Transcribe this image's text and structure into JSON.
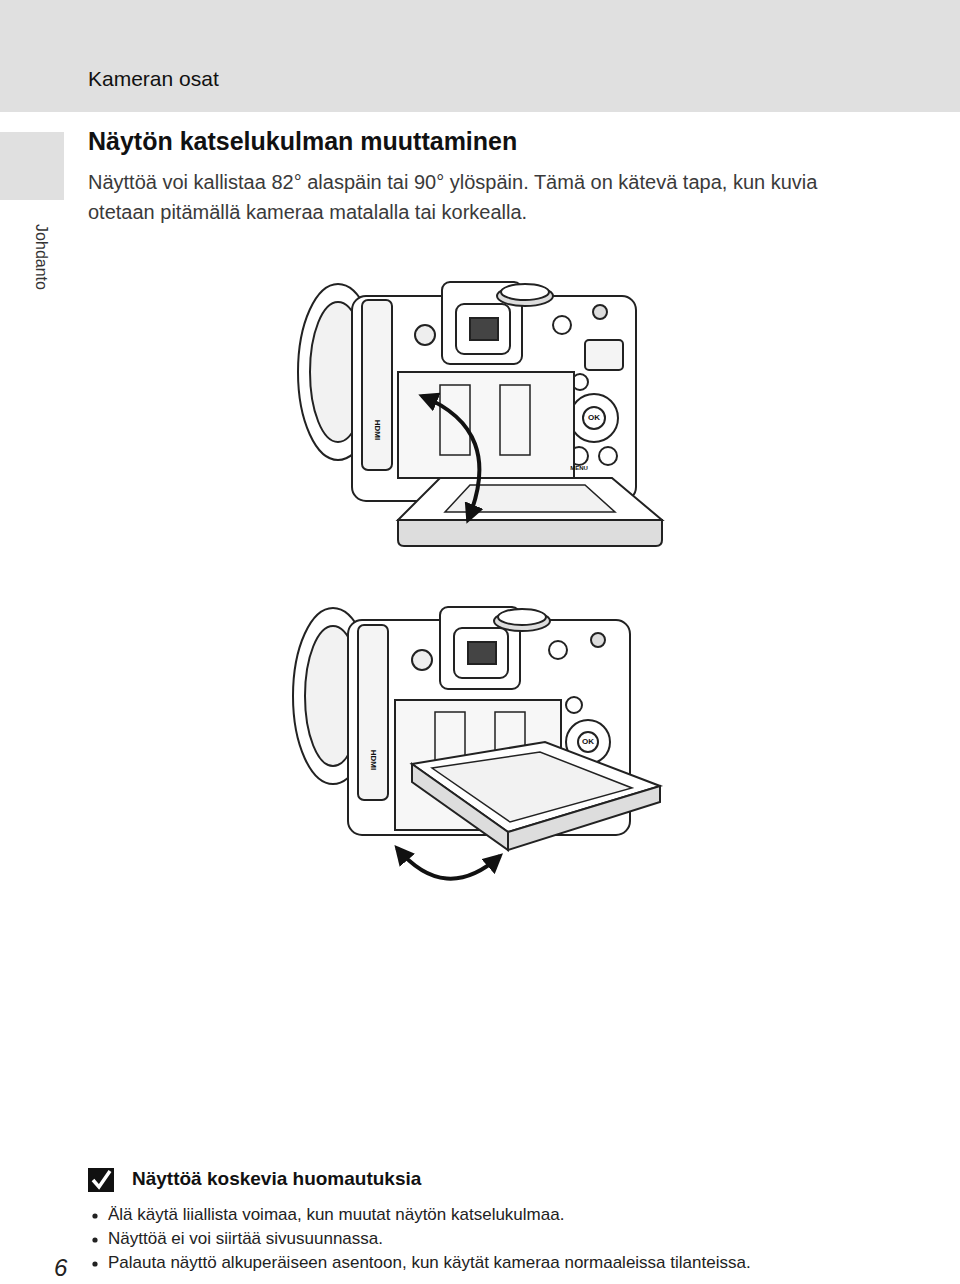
{
  "diagram": {
    "title": "Näytön katselukulman muuttaminen",
    "nodes": [
      {
        "text": [
          "Kameran osat"
        ]
      }
    ],
    "labels": [
      "Näyttöä voi kallistaa 82° alaspäin tai 90° ylöspäin. Tämä on kätevä tapa, kun kuvia otetaan pitämällä kameraa matalalla tai korkealla.",
      "Johdanto",
      "Näyttöä koskevia huomautuksia",
      "Älä käytä liiallista voimaa, kun muutat näytön katselukulmaa.",
      "Näyttöä ei voi siirtää sivusuunnassa.",
      "Palauta näyttö alkuperäiseen asentoon, kun käytät kameraa normaaleissa tilanteissa.",
      "6",
      "OK",
      "HDMI",
      "MENU",
      "OK",
      "HDMI"
    ]
  }
}
